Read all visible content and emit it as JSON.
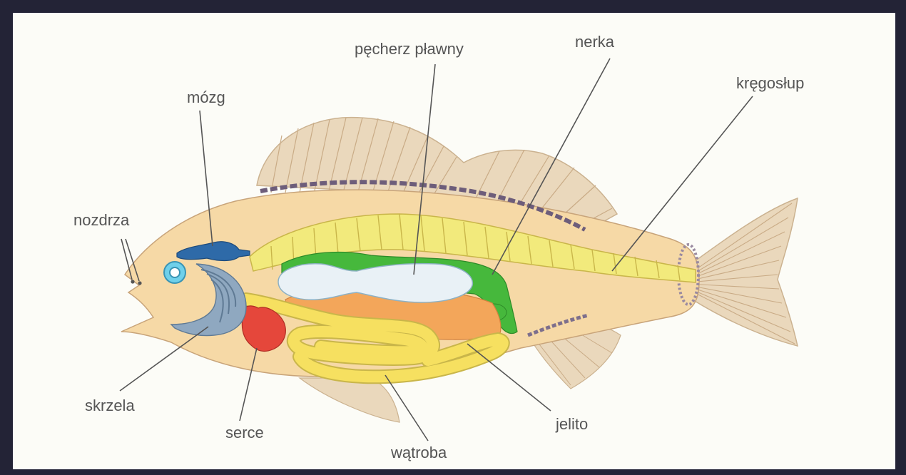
{
  "labels": {
    "pecherz": "pęcherz pławny",
    "nerka": "nerka",
    "kregoslup": "kręgosłup",
    "mozg": "mózg",
    "nozdrza": "nozdrza",
    "skrzela": "skrzela",
    "serce": "serce",
    "watroba": "wątroba",
    "jelito": "jelito"
  },
  "colors": {
    "frame": "#232336",
    "background": "#fcfcf7",
    "body": "#f6d9a6",
    "fins": "#ead8bc",
    "spine": "#f2ea7c",
    "brain": "#2e6aa8",
    "gills": "#8fa8c0",
    "heart": "#e5473b",
    "swim_bladder": "#e9f1f6",
    "kidney": "#46b83c",
    "liver": "#f3a65a",
    "intestine": "#f6e060"
  }
}
